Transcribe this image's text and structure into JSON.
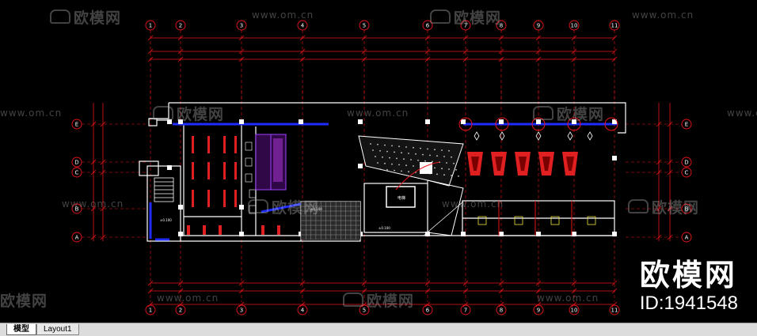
{
  "grid": {
    "columns": [
      "1",
      "2",
      "3",
      "4",
      "5",
      "6",
      "7",
      "8",
      "9",
      "10",
      "11"
    ],
    "rows": [
      "E",
      "D",
      "C",
      "B",
      "A"
    ]
  },
  "rooms": {
    "stair_label": "电梯",
    "level_labels": [
      "±0.100",
      "±0.100",
      "±0.100"
    ]
  },
  "watermark": {
    "logo_text": "欧模网",
    "url_text": "www.om.cn"
  },
  "brand": {
    "name": "欧模网",
    "id_text": "ID:1941548"
  },
  "tabs": {
    "model": "模型",
    "layout1": "Layout1"
  },
  "colors": {
    "background": "#000000",
    "axis_red": "#e8141c",
    "wall_white": "#ffffff",
    "wall_blue": "#1e2cff",
    "furniture_red": "#e02020",
    "accent_purple": "#a040ff"
  }
}
